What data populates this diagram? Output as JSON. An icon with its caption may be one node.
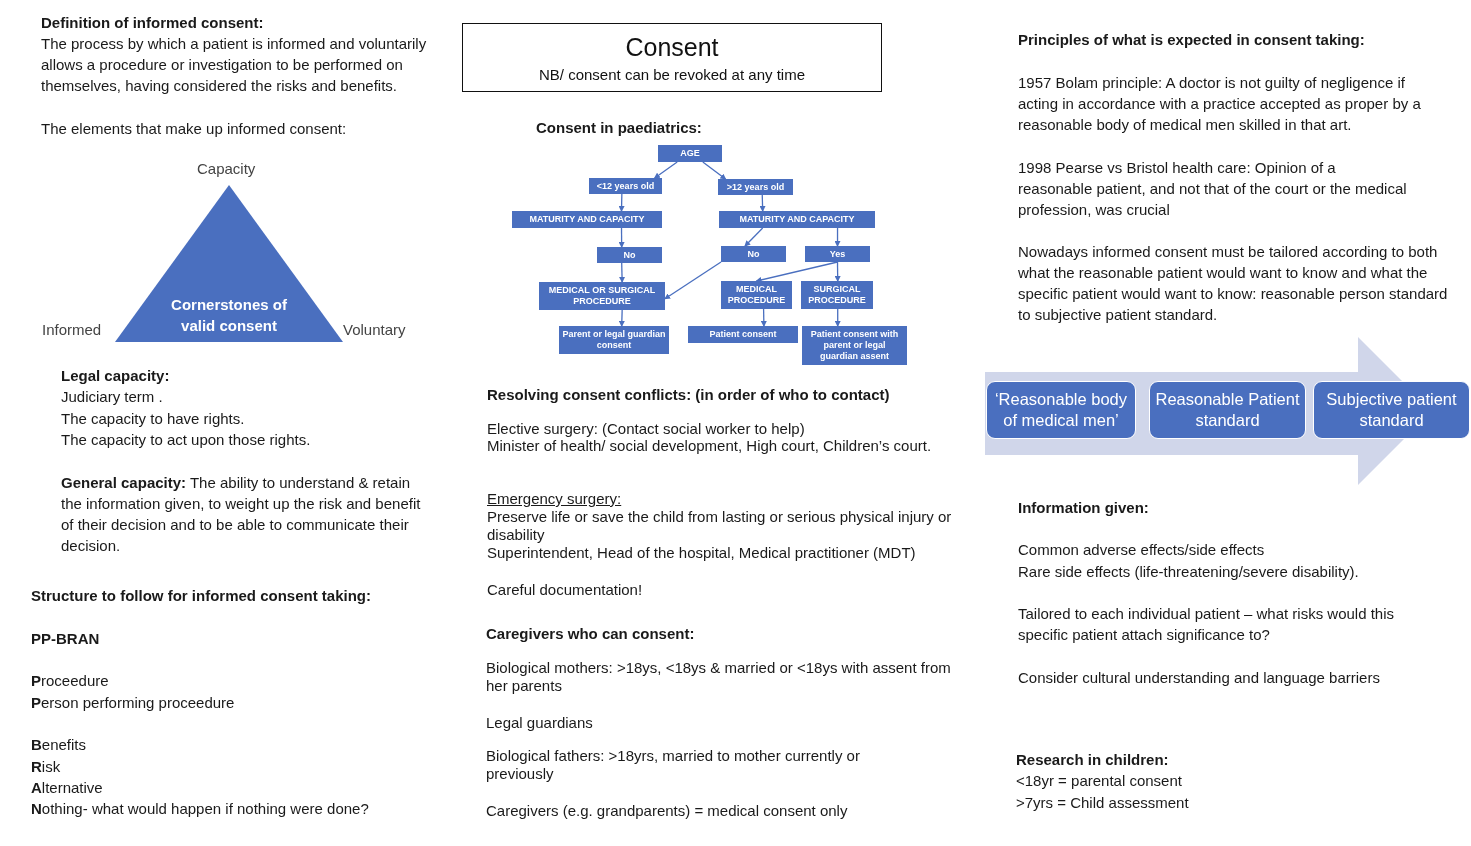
{
  "diagram": {
    "nodes": [
      {
        "text": [
          "Consent",
          "NB/ consent can be revoked at any time"
        ]
      },
      {
        "text": [
          "Cornerstones of valid consent"
        ],
        "beside": [
          "Capacity",
          "Informed",
          "Voluntary"
        ]
      },
      {
        "text": [
          "AGE"
        ]
      },
      {
        "text": [
          "<12 years old"
        ]
      },
      {
        "text": [
          ">12 years old"
        ]
      },
      {
        "text": [
          "MATURITY AND CAPACITY"
        ]
      },
      {
        "text": [
          "MATURITY AND CAPACITY"
        ]
      },
      {
        "text": [
          "No"
        ]
      },
      {
        "text": [
          "No"
        ]
      },
      {
        "text": [
          "Yes"
        ]
      },
      {
        "text": [
          "MEDICAL OR SURGICAL PROCEDURE"
        ]
      },
      {
        "text": [
          "MEDICAL PROCEDURE"
        ]
      },
      {
        "text": [
          "SURGICAL PROCEDURE"
        ]
      },
      {
        "text": [
          "Parent or legal guardian consent"
        ]
      },
      {
        "text": [
          "Patient consent"
        ]
      },
      {
        "text": [
          "Patient consent with parent or legal guardian assent"
        ]
      },
      {
        "text": [
          "‘Reasonable body of medical men’"
        ]
      },
      {
        "text": [
          "Reasonable Patient standard"
        ]
      },
      {
        "text": [
          "Subjective patient standard"
        ]
      }
    ],
    "edges": [
      {
        "from": 2,
        "to": 3,
        "arrow": "to"
      },
      {
        "from": 2,
        "to": 4,
        "arrow": "to"
      },
      {
        "from": 3,
        "to": 5,
        "arrow": "to"
      },
      {
        "from": 4,
        "to": 6,
        "arrow": "to"
      },
      {
        "from": 5,
        "to": 7,
        "arrow": "to"
      },
      {
        "from": 6,
        "to": 8,
        "arrow": "to"
      },
      {
        "from": 6,
        "to": 9,
        "arrow": "to"
      },
      {
        "from": 7,
        "to": 10,
        "arrow": "to"
      },
      {
        "from": 8,
        "to": 10,
        "arrow": "to"
      },
      {
        "from": 9,
        "to": 11,
        "arrow": "to"
      },
      {
        "from": 9,
        "to": 12,
        "arrow": "to"
      },
      {
        "from": 10,
        "to": 13,
        "arrow": "to"
      },
      {
        "from": 11,
        "to": 14,
        "arrow": "to"
      },
      {
        "from": 12,
        "to": 15,
        "arrow": "to"
      }
    ],
    "labels": [
      "Definition of informed consent:",
      "The process by which a patient is informed and voluntarily allows a procedure or investigation to be performed on themselves, having considered the risks and benefits.",
      "The elements that make up informed consent:",
      "Legal capacity:",
      "Judiciary term .",
      "The capacity to have rights.",
      "The capacity to act upon those rights.",
      "**General capacity:** The ability to understand & retain the information given, to weight up the risk and benefit of their decision and to be able to communicate their decision.",
      "Structure to follow for informed consent taking:",
      "PP-BRAN",
      "**P**roceedure",
      "**P**erson performing proceedure",
      "**B**enefits",
      "**R**isk",
      "**A**lternative",
      "**N**othing- what would happen if nothing were done?",
      "Consent in paediatrics:",
      "Resolving consent conflicts: (in order of who to contact)",
      "Elective surgery: (Contact social worker to help)",
      "Minister of health/ social development, High court, Children’s court.",
      "Emergency surgery:",
      "Preserve life or save the child from lasting or serious physical injury or disability",
      "Superintendent, Head of the hospital, Medical practitioner (MDT)",
      "Careful documentation!",
      "Caregivers who can consent:",
      "Biological mothers: >18ys, <18ys & married or <18ys with assent from her parents",
      "Legal guardians",
      "Biological fathers: >18yrs, married to mother currently or previously",
      "Caregivers (e.g. grandparents) = medical consent only",
      "Principles of what is expected in consent taking:",
      "1957 Bolam principle: A doctor is not guilty of negligence if acting in accordance with a practice accepted as proper by a reasonable body of medical men skilled in that art.",
      "1998 Pearse vs Bristol health care: Opinion of a reasonable patient, and not that of the court or the medical profession, was crucial",
      "Nowadays informed consent must be tailored according to both what the reasonable patient would want to know and what the specific patient would want to know: reasonable person standard to subjective patient standard.",
      "Information given:",
      "Common adverse effects/side effects",
      "Rare side effects (life-threatening/severe disability).",
      "Tailored to each individual patient – what risks would this specific patient attach significance to?",
      "Consider cultural understanding and language barriers",
      "Research in children:",
      "<18yr = parental consent",
      ">7yrs = Child assessment"
    ]
  }
}
